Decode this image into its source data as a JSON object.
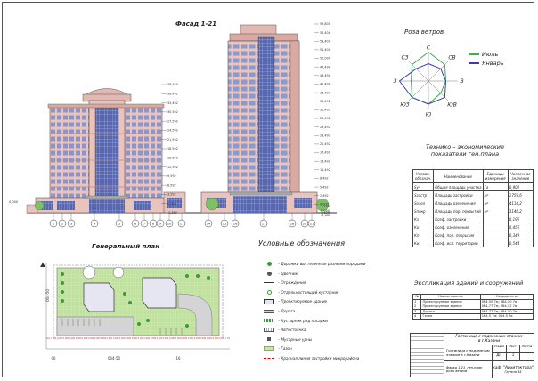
{
  "sheet": {
    "facade_title": "Фасад 1-21",
    "site_plan_title": "Генеральный план",
    "legend_title": "Условные обозначения",
    "wind_rose_title": "Роза ветров",
    "tep_title_line1": "Технико – экономические",
    "tep_title_line2": "показатели ген.плана",
    "explication_title": "Экспликация зданий и сооружений"
  },
  "facade_left": {
    "elevations": [
      "38,550",
      "36,492",
      "33,492",
      "30,592",
      "27,592",
      "24,592",
      "21,592",
      "18,592",
      "15,592",
      "12,592",
      "9,592",
      "6,592",
      "3,592",
      "0,000",
      "-0,600"
    ],
    "axes": [
      "1",
      "2",
      "3",
      "4",
      "5",
      "6",
      "7",
      "8",
      "9",
      "10",
      "11"
    ]
  },
  "facade_right": {
    "elevations": [
      "59,800",
      "55,400",
      "53,400",
      "51,400",
      "50,090",
      "47,490",
      "44,490",
      "41,490",
      "38,492",
      "35,492",
      "32,492",
      "29,492",
      "26,492",
      "23,492",
      "20,492",
      "17,492",
      "14,492",
      "11,492",
      "8,492",
      "5,492",
      "2,492",
      "0,000",
      "-0,600"
    ],
    "axes": [
      "14",
      "15",
      "16",
      "17",
      "18",
      "20",
      "21"
    ]
  },
  "wind_rose": {
    "directions": [
      "С",
      "СВ",
      "В",
      "ЮВ",
      "Ю",
      "ЮЗ",
      "З",
      "СЗ"
    ],
    "series": [
      {
        "name": "Июль",
        "color": "#37b24d",
        "values": [
          5,
          4,
          3,
          3,
          4,
          4,
          3,
          4
        ]
      },
      {
        "name": "Январь",
        "color": "#3b3bb0",
        "values": [
          3,
          3,
          3,
          4,
          4,
          4,
          5,
          3
        ]
      }
    ]
  },
  "tep": {
    "headers": [
      "Условн. обознач.",
      "Наименование",
      "Единицы измерения",
      "Численное значение"
    ],
    "rows": [
      [
        "Sуч",
        "Общая площадь участка",
        "Га",
        "0,902"
      ],
      [
        "Sзастр",
        "Площадь застройки",
        "м²",
        "1759,6"
      ],
      [
        "Sозел",
        "Площадь озеленения",
        "м²",
        "4114,2"
      ],
      [
        "Sпокр",
        "Площадь пор. покрытий",
        "м²",
        "3146,2"
      ],
      [
        "Кз",
        "Коэф. застройки",
        "",
        "0,195"
      ],
      [
        "Ко",
        "Коэф. озеленения",
        "",
        "0,456"
      ],
      [
        "Кп",
        "Коэф. пор. покрытия",
        "",
        "0,349"
      ],
      [
        "Ки",
        "Коэф. исп. территории",
        "",
        "0,544"
      ]
    ]
  },
  "legend": [
    {
      "text": "– Дорожки выстеленные разными породами",
      "sym": "circle-green"
    },
    {
      "text": "– Цветник",
      "sym": "flower"
    },
    {
      "text": "– Ограждения",
      "sym": "fence"
    },
    {
      "text": "– Отдельностоящий кустарник",
      "sym": "bush"
    },
    {
      "text": "– Проектируемое здание",
      "sym": "building"
    },
    {
      "text": "– Дорога",
      "sym": "road"
    },
    {
      "text": "– Кустарник ряд посадки",
      "sym": "bush-row"
    },
    {
      "text": "– Автостоянка",
      "sym": "parking"
    },
    {
      "text": "– Мусорные урны",
      "sym": "bin"
    },
    {
      "text": "– Газон",
      "sym": "lawn"
    },
    {
      "text": "– Красная линия застройки микрорайона",
      "sym": "red-line"
    }
  ],
  "explication": {
    "headers": [
      "№",
      "Наименование",
      "Координаты"
    ],
    "rows": [
      [
        "1",
        "Проектируемое здание",
        "0б4-50 7м; 0б4-50 7в"
      ],
      [
        "2",
        "Проектируемое здание",
        "0б4-77 7м; 0б4-52 7в"
      ],
      [
        "3",
        "Дорога",
        "0б4-77 7м; 0б4-50 7в"
      ],
      [
        "4",
        "Газон",
        "1б4-5 7м; 0б4-5 7в"
      ]
    ]
  },
  "site_plan": {
    "axis_labels": [
      "0б4-50",
      "0б4-50",
      "1б",
      "0б"
    ]
  },
  "stamp": {
    "project_line1": "Гостиница с подземным этажом",
    "project_line2": "в г.Казани",
    "sheet_desc1": "Гостиница с подземным",
    "sheet_desc2": "этажом в г.Казани",
    "stage": "Стадия",
    "sheet_label": "Лист",
    "sheets_label": "Листов",
    "stage_val": "ДП",
    "sheet_val": "1",
    "plan_desc": "Фасад 1-21, ген.план, розы ветров",
    "org": "каф. \"Архитектура\"",
    "group": "Группа 45"
  }
}
